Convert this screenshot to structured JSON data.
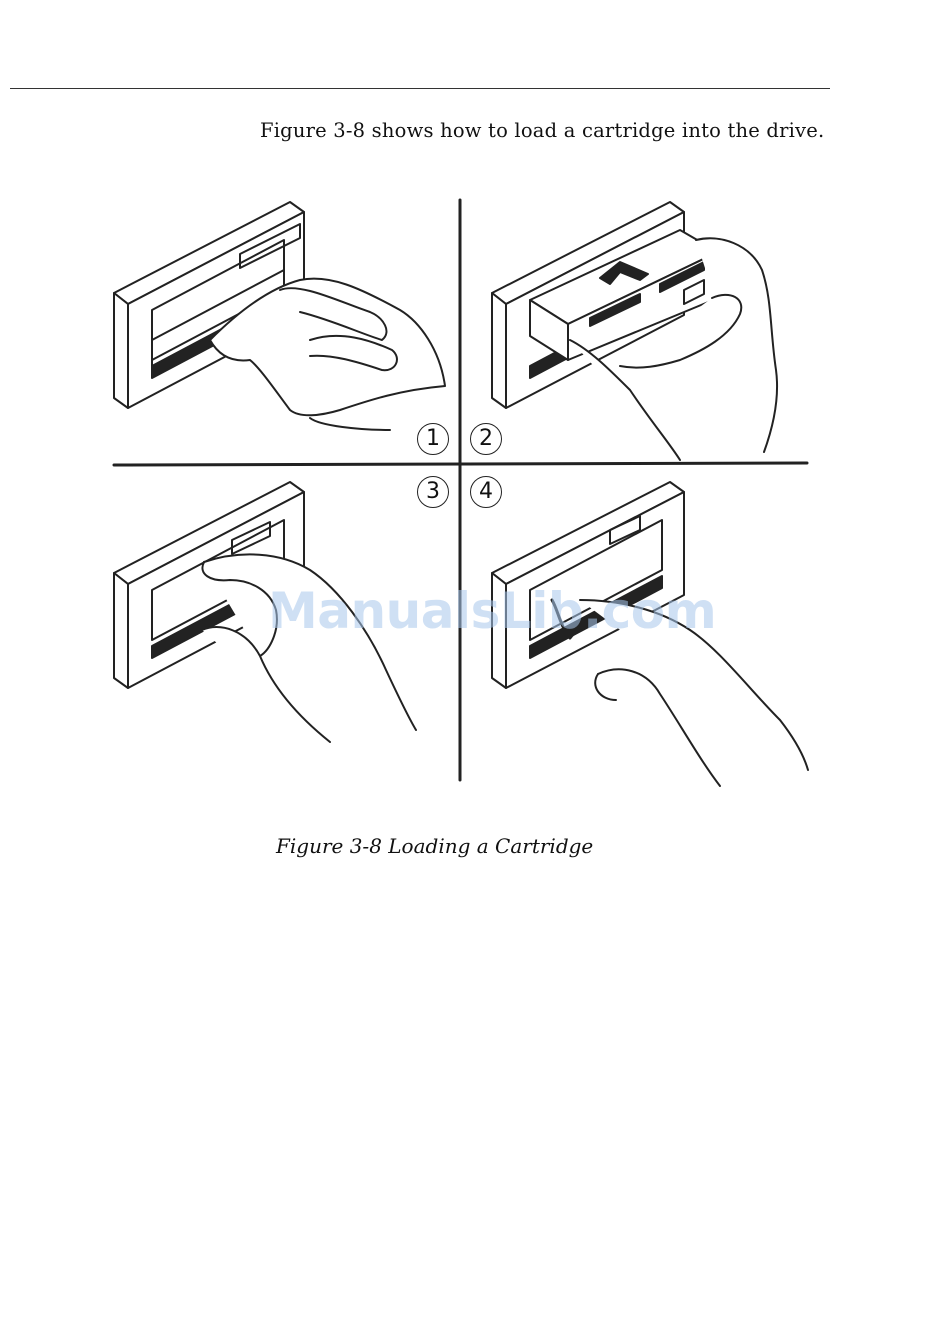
{
  "page": {
    "intro_text": "Figure 3-8 shows how to load a cartridge into the drive.",
    "caption": "Figure 3-8  Loading a Cartridge",
    "watermark": "ManualsLib.com"
  },
  "figure": {
    "panels": [
      {
        "number": "1",
        "icon": "hand-opening-drive-door-icon"
      },
      {
        "number": "2",
        "icon": "hand-inserting-cartridge-icon"
      },
      {
        "number": "3",
        "icon": "hand-pushing-cartridge-icon"
      },
      {
        "number": "4",
        "icon": "hand-closing-door-icon"
      }
    ]
  }
}
